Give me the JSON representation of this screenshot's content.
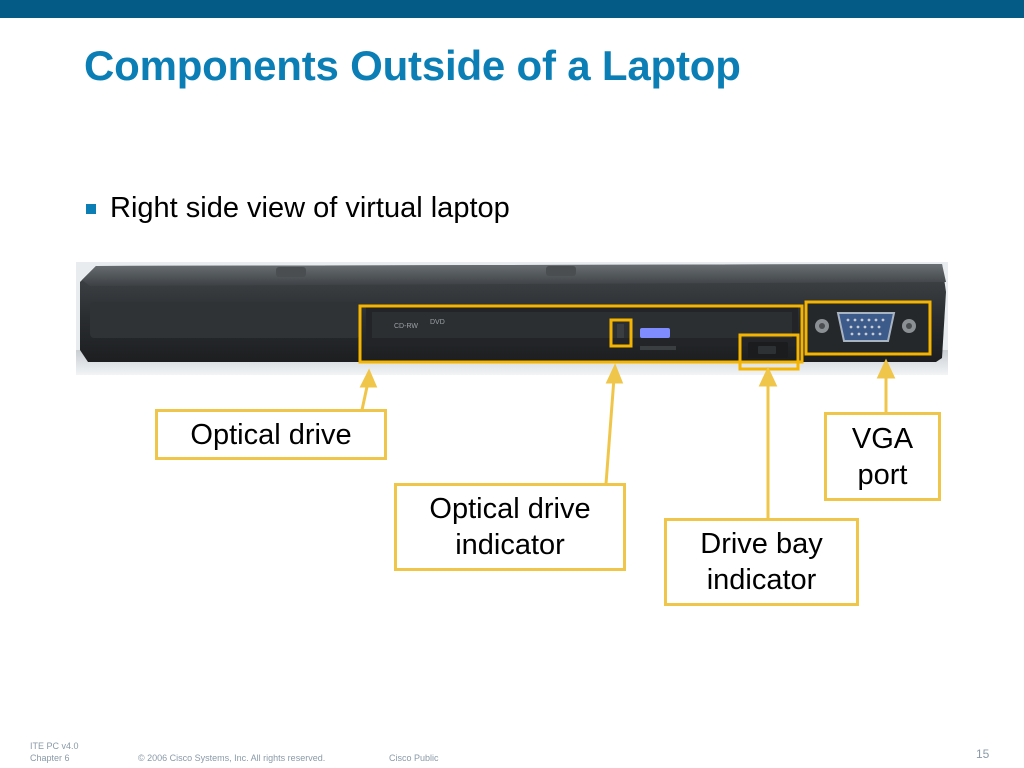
{
  "slide": {
    "title": "Components Outside of a Laptop",
    "bullet": "Right side view of virtual laptop"
  },
  "figure": {
    "drive_label": "CD-RW",
    "dvd_label": "DVD"
  },
  "callouts": {
    "optical_drive": "Optical drive",
    "optical_drive_indicator": [
      "Optical drive",
      "indicator"
    ],
    "drive_bay_indicator": [
      "Drive bay",
      "indicator"
    ],
    "vga_port": [
      "VGA",
      "port"
    ]
  },
  "footer": {
    "course": "ITE PC v4.0",
    "chapter": "Chapter 6",
    "copyright": "© 2006 Cisco Systems, Inc. All rights reserved.",
    "classification": "Cisco Public",
    "page_number": "15"
  },
  "colors": {
    "topbar": "#045b85",
    "title": "#0b7fb5",
    "callout_border": "#f0c64a",
    "highlight": "#f4b400"
  }
}
